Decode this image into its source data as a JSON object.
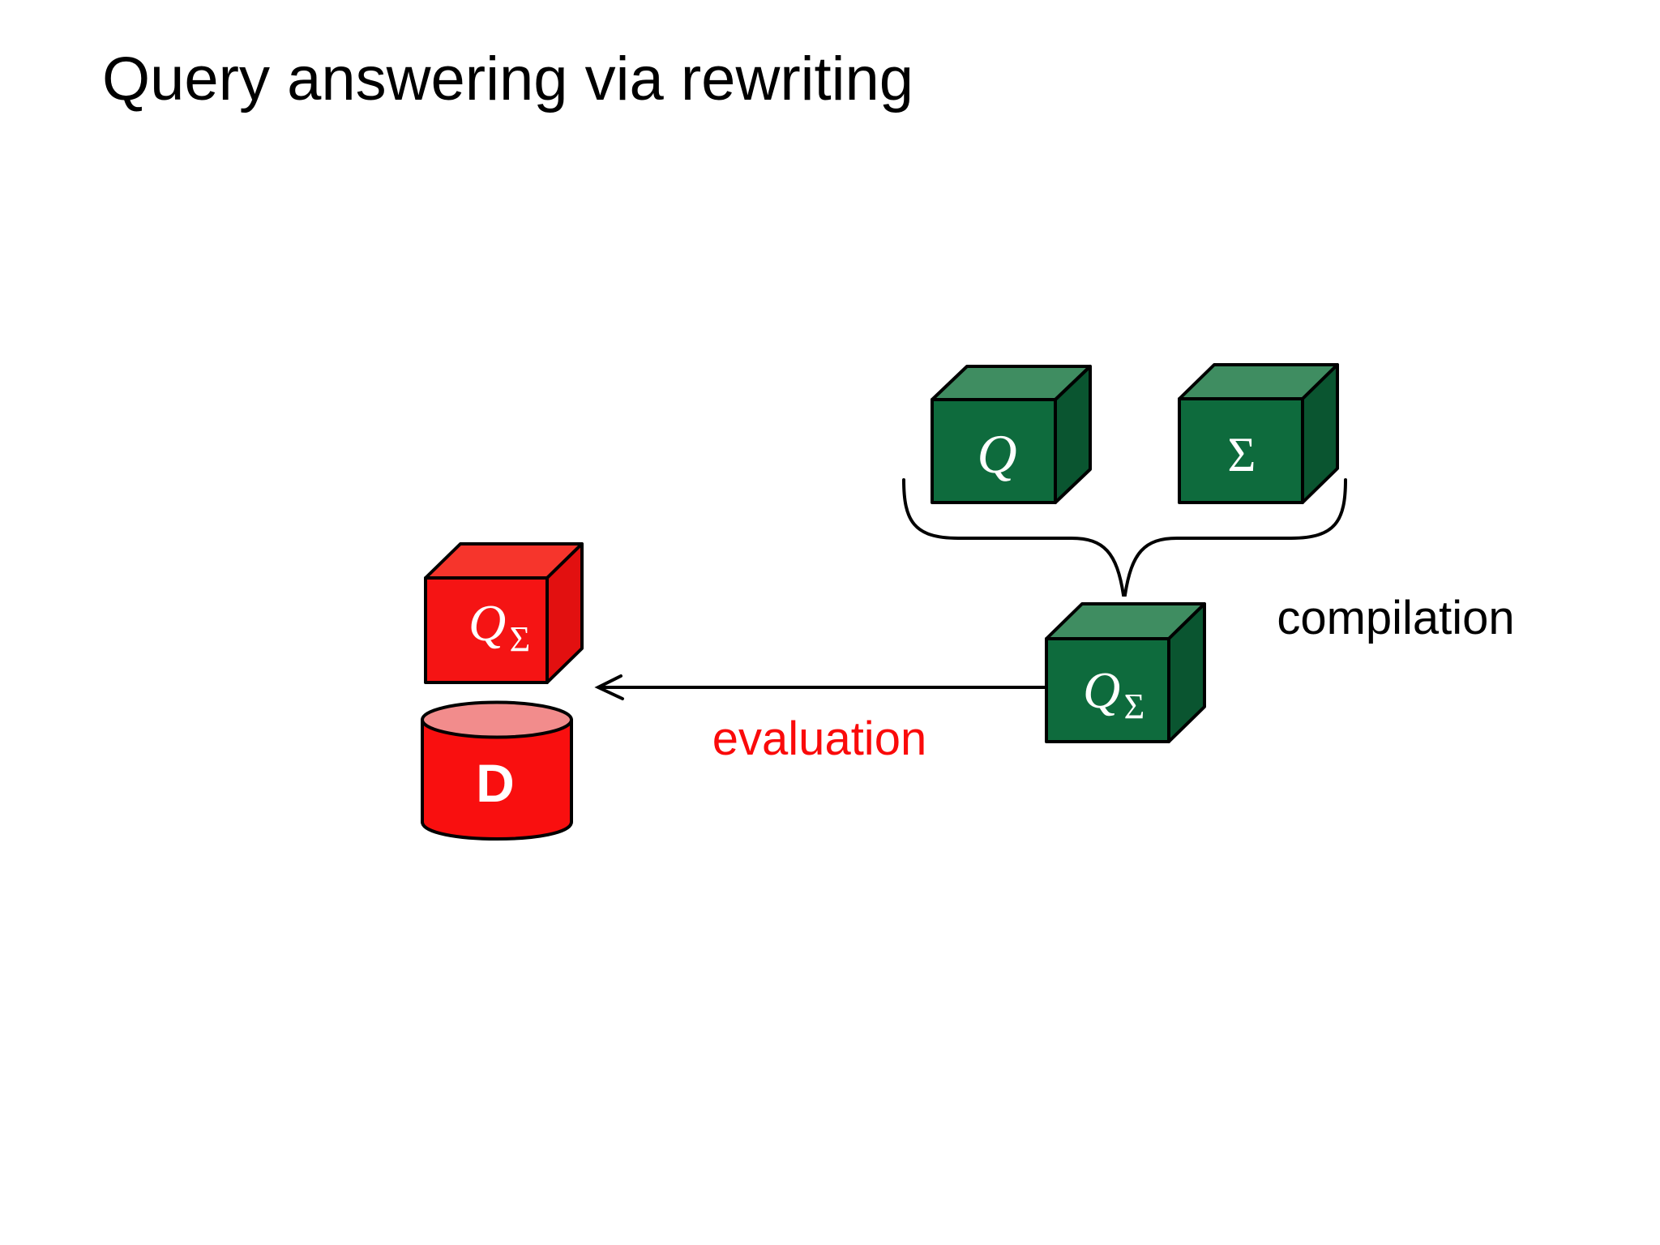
{
  "title": "Query answering via rewriting",
  "diagram": {
    "query_cube": {
      "label": "Q"
    },
    "sigma_cube": {
      "label": "Σ"
    },
    "compiled_cube": {
      "label_main": "Q",
      "label_sub": "Σ"
    },
    "rewritten_cube": {
      "label_main": "Q",
      "label_sub": "Σ"
    },
    "database": {
      "label": "D"
    },
    "annotations": {
      "compilation": "compilation",
      "evaluation": "evaluation"
    }
  },
  "colors": {
    "ink": "#000000",
    "label_white": "#ffffff",
    "green_front": "#0e6b3d",
    "green_top": "#3f8d61",
    "green_side": "#0a5530",
    "red_front": "#f51414",
    "red_top": "#f6352c",
    "red_side": "#e21010",
    "cyl_body": "#f90f0f",
    "cyl_top": "#f28c8c",
    "eval_red": "#fa0a0a"
  }
}
